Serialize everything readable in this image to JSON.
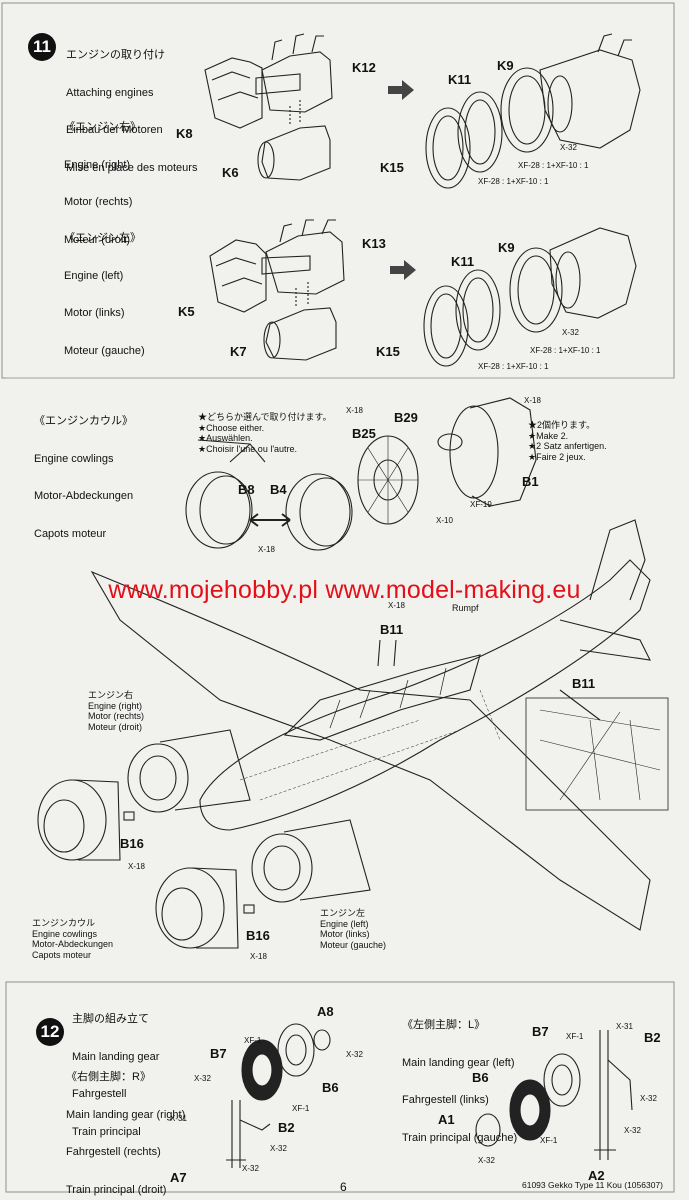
{
  "step11": {
    "number": "11",
    "title_jp": "エンジンの取り付け",
    "title_en": "Attaching engines",
    "title_de": "Einbau der Motoren",
    "title_fr": "Mise en place des moteurs",
    "right_engine": {
      "jp": "《エンジン右》",
      "en": "Engine (right)",
      "de": "Motor (rechts)",
      "fr": "Moteur (droit)"
    },
    "left_engine": {
      "jp": "《エンジン左》",
      "en": "Engine (left)",
      "de": "Motor (links)",
      "fr": "Moteur (gauche)"
    },
    "parts": {
      "k12": "K12",
      "k8": "K8",
      "k6": "K6",
      "k11a": "K11",
      "k9a": "K9",
      "k15a": "K15",
      "k13": "K13",
      "k5": "K5",
      "k7": "K7",
      "k11b": "K11",
      "k9b": "K9",
      "k15b": "K15"
    },
    "paints": {
      "x32a": "X-32",
      "xf28a": "XF-28 : 1+XF-10 : 1",
      "xf28b": "XF-28 : 1+XF-10 : 1",
      "x32b": "X-32",
      "xf28c": "XF-28 : 1+XF-10 : 1",
      "xf28d": "XF-28 : 1+XF-10 : 1"
    }
  },
  "cowlings": {
    "jp": "《エンジンカウル》",
    "en": "Engine cowlings",
    "de": "Motor-Abdeckungen",
    "fr": "Capots moteur",
    "choose": [
      "★どちらか選んで取り付けます。",
      "★Choose either.",
      "★Auswählen.",
      "★Choisir l'une ou l'autre."
    ],
    "make2": [
      "★2個作ります。",
      "★Make 2.",
      "★2 Satz anfertigen.",
      "★Faire 2 jeux."
    ],
    "parts": {
      "b8": "B8",
      "b4": "B4",
      "b25": "B25",
      "b29": "B29",
      "b1": "B1"
    },
    "paints": {
      "x18a": "X-18",
      "x18b": "X-18",
      "x18c": "X-18",
      "x10": "X-10",
      "xf19": "XF-19"
    }
  },
  "watermark": "www.mojehobby.pl www.model-making.eu",
  "assembly": {
    "rumpf": "Rumpf",
    "x18_top": "X-18",
    "b11a": "B11",
    "b11b": "B11",
    "right_engine": {
      "jp": "エンジン右",
      "en": "Engine (right)",
      "de": "Motor (rechts)",
      "fr": "Moteur (droit)"
    },
    "cowl": {
      "jp": "エンジンカウル",
      "en": "Engine cowlings",
      "de": "Motor-Abdeckungen",
      "fr": "Capots moteur"
    },
    "left_engine": {
      "jp": "エンジン左",
      "en": "Engine (left)",
      "de": "Motor (links)",
      "fr": "Moteur (gauche)"
    },
    "b16a": "B16",
    "x18a": "X-18",
    "b16b": "B16",
    "x18b": "X-18"
  },
  "step12": {
    "number": "12",
    "title_jp": "主脚の組み立て",
    "title_en": "Main landing gear",
    "title_de": "Fahrgestell",
    "title_fr": "Train principal",
    "right": {
      "jp": "《右側主脚：R》",
      "en": "Main landing gear (right)",
      "de": "Fahrgestell (rechts)",
      "fr": "Train principal (droit)"
    },
    "left": {
      "jp": "《左側主脚：L》",
      "en": "Main landing gear (left)",
      "de": "Fahrgestell (links)",
      "fr": "Train principal (gauche)"
    },
    "parts": {
      "a8": "A8",
      "b7a": "B7",
      "b6a": "B6",
      "b2a": "B2",
      "a7": "A7",
      "b7b": "B7",
      "b6b": "B6",
      "b2b": "B2",
      "a1": "A1",
      "a2": "A2"
    },
    "paints": {
      "xf1a": "XF-1",
      "x32a": "X-32",
      "x32b": "X-32",
      "xf1b": "XF-1",
      "x31a": "X-31",
      "x32c": "X-32",
      "x32d": "X-32",
      "xf1c": "XF-1",
      "x31b": "X-31",
      "x32e": "X-32",
      "xf1d": "XF-1",
      "x32f": "X-32",
      "x32g": "X-32"
    }
  },
  "footer": {
    "page": "6",
    "code": "61093  Gekko Type 11 Kou (1056307)"
  },
  "colors": {
    "paper": "#f1f1ee",
    "ink": "#111111",
    "watermark": "#e3101a"
  }
}
